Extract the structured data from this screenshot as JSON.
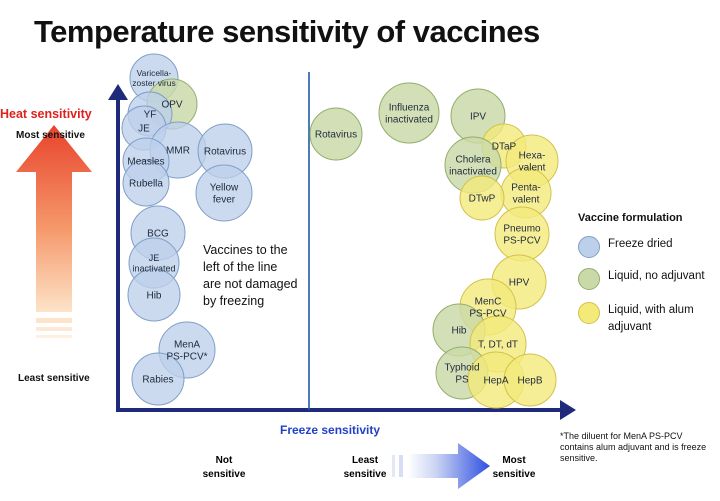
{
  "title": "Temperature sensitivity of vaccines",
  "y_axis": {
    "heading": "Heat sensitivity",
    "top_label": "Most sensitive",
    "bottom_label": "Least sensitive"
  },
  "x_axis": {
    "heading": "Freeze sensitivity",
    "not_sensitive_1": "Not",
    "not_sensitive_2": "sensitive",
    "least_1": "Least",
    "least_2": "sensitive",
    "most_1": "Most",
    "most_2": "sensitive"
  },
  "divider_note": [
    "Vaccines to the",
    "left of the line",
    "are not damaged",
    "by freezing"
  ],
  "legend": {
    "title": "Vaccine formulation",
    "items": [
      {
        "label": "Freeze dried",
        "color": "#bcd0ea",
        "stroke": "#7f9fc8"
      },
      {
        "label": "Liquid, no adjuvant",
        "color": "#c9d9a7",
        "stroke": "#93ad6a"
      },
      {
        "label": "Liquid, with alum",
        "label2": "adjuvant",
        "color": "#f4ea7a",
        "stroke": "#d2c24a"
      }
    ]
  },
  "footnote": "*The diluent for MenA PS-PCV contains alum adjuvant and is freeze sensitive.",
  "colors": {
    "freeze_dried": "#bcd0ea",
    "liquid_no_adjuvant": "#c9d9a7",
    "liquid_alum": "#f4ea7a",
    "axis": "#1f2b7a",
    "heat_arrow_top": "#e8432c",
    "heat_arrow_bottom": "#fde3c8"
  },
  "vaccines": [
    {
      "lines": [
        "Varicella-",
        "zoster virus"
      ],
      "type": "freeze_dried"
    },
    {
      "lines": [
        "OPV"
      ],
      "type": "liquid_no_adjuvant"
    },
    {
      "lines": [
        "YF"
      ],
      "type": "freeze_dried"
    },
    {
      "lines": [
        "JE"
      ],
      "type": "freeze_dried"
    },
    {
      "lines": [
        "MMR"
      ],
      "type": "freeze_dried"
    },
    {
      "lines": [
        "Rotavirus"
      ],
      "type": "freeze_dried"
    },
    {
      "lines": [
        "Measles"
      ],
      "type": "freeze_dried"
    },
    {
      "lines": [
        "Rubella"
      ],
      "type": "freeze_dried"
    },
    {
      "lines": [
        "Yellow",
        "fever"
      ],
      "type": "freeze_dried"
    },
    {
      "lines": [
        "BCG"
      ],
      "type": "freeze_dried"
    },
    {
      "lines": [
        "JE",
        "inactivated"
      ],
      "type": "freeze_dried"
    },
    {
      "lines": [
        "Hib"
      ],
      "type": "freeze_dried"
    },
    {
      "lines": [
        "MenA",
        "PS-PCV*"
      ],
      "type": "freeze_dried"
    },
    {
      "lines": [
        "Rabies"
      ],
      "type": "freeze_dried"
    },
    {
      "lines": [
        "Rotavirus"
      ],
      "type": "liquid_no_adjuvant"
    },
    {
      "lines": [
        "Influenza",
        "inactivated"
      ],
      "type": "liquid_no_adjuvant"
    },
    {
      "lines": [
        "IPV"
      ],
      "type": "liquid_no_adjuvant"
    },
    {
      "lines": [
        "DTaP"
      ],
      "type": "liquid_alum"
    },
    {
      "lines": [
        "Cholera",
        "inactivated"
      ],
      "type": "liquid_no_adjuvant"
    },
    {
      "lines": [
        "Hexa-",
        "valent"
      ],
      "type": "liquid_alum"
    },
    {
      "lines": [
        "Penta-",
        "valent"
      ],
      "type": "liquid_alum"
    },
    {
      "lines": [
        "DTwP"
      ],
      "type": "liquid_alum"
    },
    {
      "lines": [
        "Pneumo",
        "PS-PCV"
      ],
      "type": "liquid_alum"
    },
    {
      "lines": [
        "HPV"
      ],
      "type": "liquid_alum"
    },
    {
      "lines": [
        "MenC",
        "PS-PCV"
      ],
      "type": "liquid_alum"
    },
    {
      "lines": [
        "Hib"
      ],
      "type": "liquid_no_adjuvant"
    },
    {
      "lines": [
        "T, DT, dT"
      ],
      "type": "liquid_alum"
    },
    {
      "lines": [
        "Typhoid",
        "PS"
      ],
      "type": "liquid_no_adjuvant"
    },
    {
      "lines": [
        "HepA"
      ],
      "type": "liquid_alum"
    },
    {
      "lines": [
        "HepB"
      ],
      "type": "liquid_alum"
    }
  ]
}
